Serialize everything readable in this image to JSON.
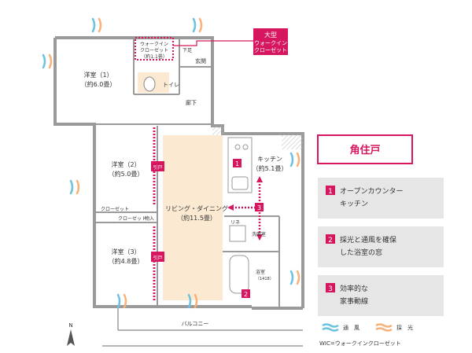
{
  "callout": {
    "line1": "大型",
    "line2": "ウォークイン",
    "line3": "クローゼット",
    "color": "#d6175f"
  },
  "rooms": {
    "western1_name": "洋室（1）",
    "western1_size": "（約6.0畳）",
    "western2_name": "洋室（2）",
    "western2_size": "（約5.0畳）",
    "western3_name": "洋室（3）",
    "western3_size": "（約4.8畳）",
    "living_name": "リビング・ダイニング",
    "living_size": "（約11.5畳）",
    "kitchen_name": "キッチン",
    "kitchen_size": "（約5.1畳）",
    "wic_label1": "ウォークイン",
    "wic_label2": "クローゼット",
    "wic_label3": "（約1.1畳）",
    "shoe": "下足",
    "entrance": "玄関",
    "toilet": "トイレ",
    "hallway": "廊下",
    "closet": "クローゼット",
    "storage": "物入",
    "laundry": "洗面室",
    "bath": "浴室",
    "bath_size": "（1418）",
    "refrigerator": "リネ",
    "balcony": "バルコニー",
    "sliding_door": "引戸"
  },
  "features": {
    "title": "角住戸",
    "items": [
      {
        "num": "1",
        "line1": "オープンカウンター",
        "line2": "キッチン"
      },
      {
        "num": "2",
        "line1": "採光と通風を確保",
        "line2": "した浴室の窓"
      },
      {
        "num": "3",
        "line1": "効率的な",
        "line2": "家事動線"
      }
    ]
  },
  "legend": {
    "ventilation": "通　風",
    "daylight": "採　光",
    "note": "WIC=ウォークインクローゼット"
  },
  "compass": "N",
  "colors": {
    "accent": "#d6175f",
    "wall": "#9a9a9a",
    "floor_wood": "#fbe9d2",
    "panel_bg": "#e6e6e6",
    "wind": "#6cc3e0",
    "light": "#f5b27a"
  }
}
